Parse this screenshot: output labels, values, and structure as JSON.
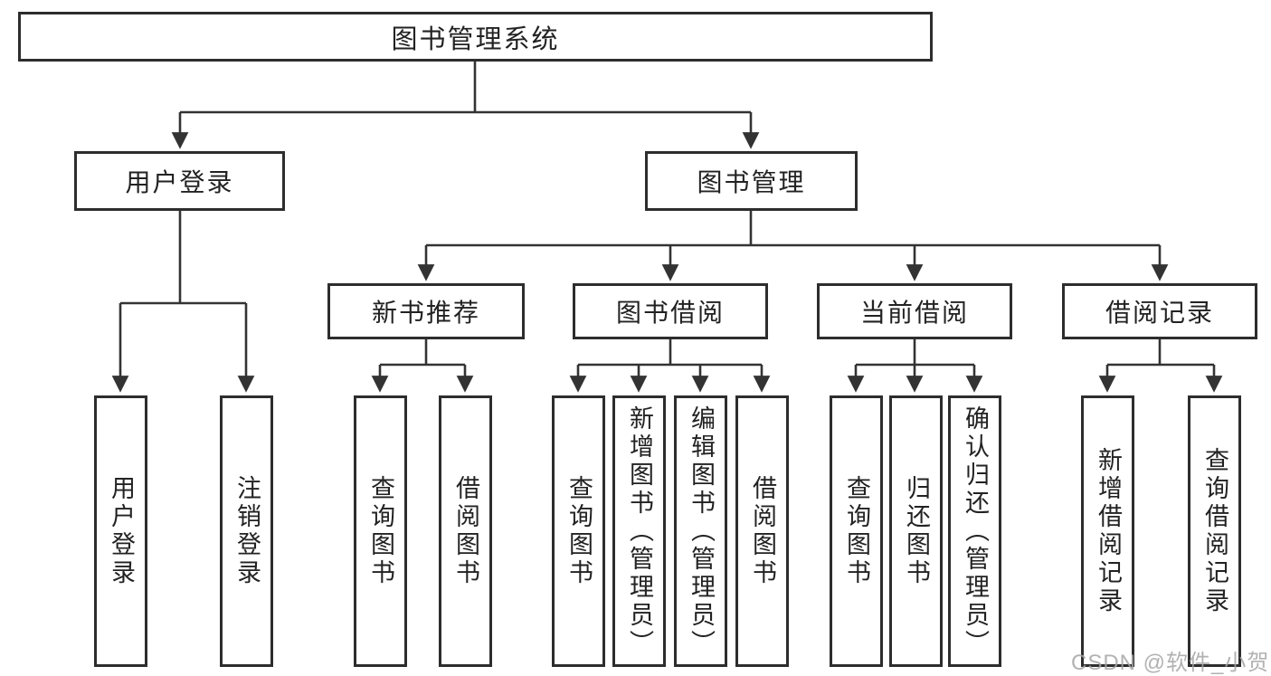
{
  "diagram": {
    "title_node": "图书管理系统",
    "level2": {
      "user_login": "用户登录",
      "book_mgmt": "图书管理"
    },
    "level3": {
      "new_book_rec": "新书推荐",
      "book_borrow": "图书借阅",
      "current_borrow": "当前借阅",
      "borrow_record": "借阅记录"
    },
    "leaves": {
      "login_group": {
        "user_login": "用户登录",
        "logout": "注销登录"
      },
      "new_book_group": {
        "query_book": "查询图书",
        "borrow_book": "借阅图书"
      },
      "book_borrow_group": {
        "query_book": "查询图书",
        "add_book_admin": "新增图书（管理员）",
        "edit_book_admin": "编辑图书（管理员）",
        "borrow_book": "借阅图书"
      },
      "current_borrow_group": {
        "query_book": "查询图书",
        "return_book": "归还图书",
        "confirm_return_admin": "确认归还（管理员）"
      },
      "record_group": {
        "add_record": "新增借阅记录",
        "query_record": "查询借阅记录"
      }
    },
    "line_color": "#333333",
    "border_color": "#2d2d2d",
    "background_color": "#ffffff"
  },
  "watermark": "CSDN @软件_小贺同学"
}
